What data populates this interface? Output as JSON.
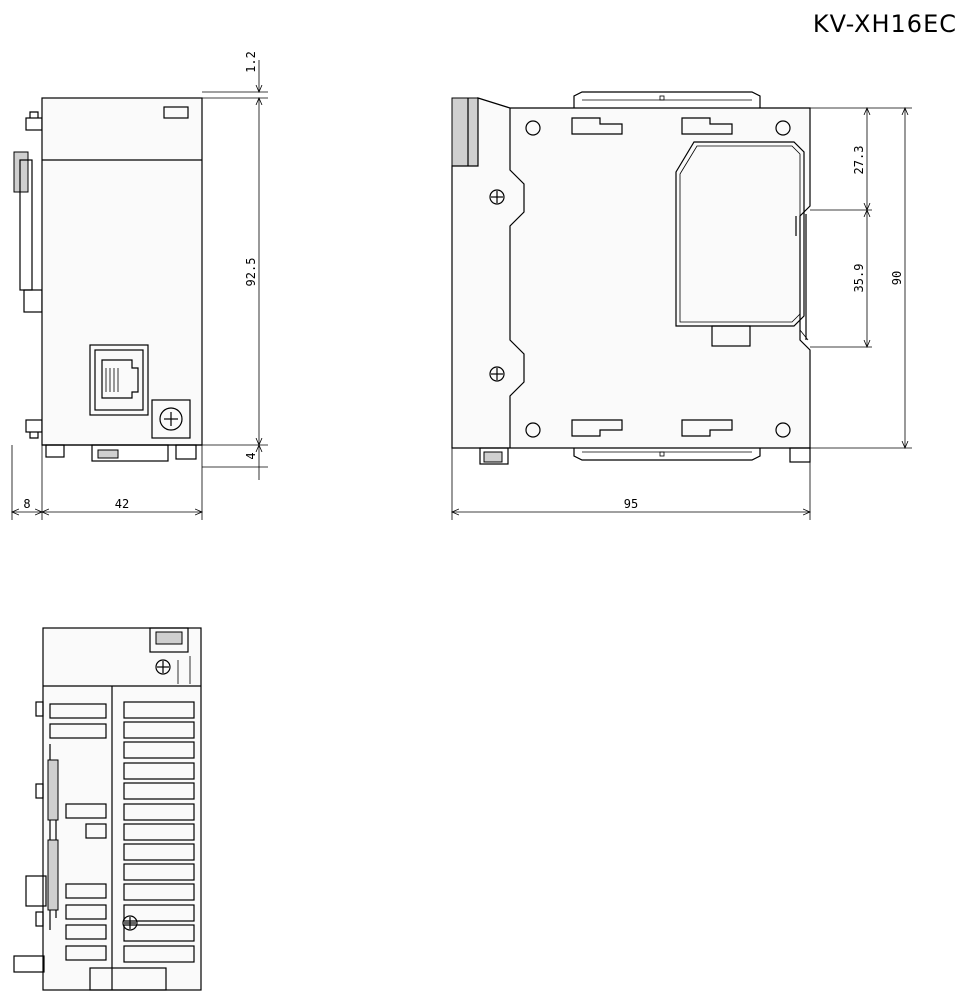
{
  "model": "KV-XH16EC",
  "dimensions": {
    "top_gap": "1.2",
    "front_height": "92.5",
    "bottom_gap": "4",
    "rail_depth": "8",
    "front_width": "42",
    "side_upper": "27.3",
    "side_mid": "35.9",
    "side_height": "90",
    "side_width": "95"
  }
}
